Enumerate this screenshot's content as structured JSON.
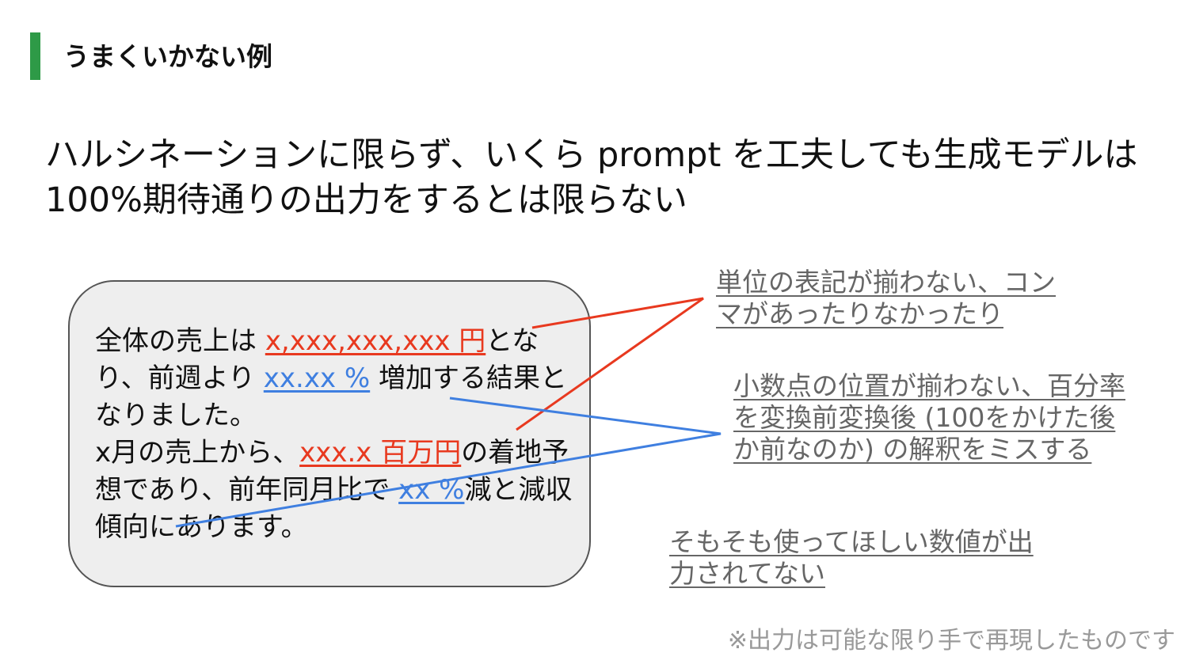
{
  "slide": {
    "title": "うまくいかない例",
    "lead": "ハルシネーションに限らず、いくら prompt を工夫しても生成モデルは100%期待通りの出力をするとは限らない"
  },
  "bubble": {
    "p1_a": "全体の売上は ",
    "p1_red1": "x,xxx,xxx,xxx 円",
    "p1_b": "となり、前週より ",
    "p1_blue1": "xx.xx %",
    "p1_c": " 増加する結果となりました。",
    "p2_a": "x月の売上から、",
    "p2_red2": "xxx.x 百万円",
    "p2_b": "の着地予想であり、前年同月比で ",
    "p2_blue2": "xx %",
    "p2_c": "減と減収傾向にあります。"
  },
  "notes": {
    "unit": "単位の表記が揃わない、コンマがあったりなかったり",
    "decimal": "小数点の位置が揃わない、百分率を変換前変換後 (100をかけた後か前なのか) の解釈をミスする",
    "missing": "そもそも使ってほしい数値が出力されてない"
  },
  "footnote": "※出力は可能な限り手で再現したものです",
  "colors": {
    "accent_green": "#2e9a47",
    "red": "#e8391f",
    "blue": "#3f7fe0",
    "note_gray": "#666666"
  }
}
